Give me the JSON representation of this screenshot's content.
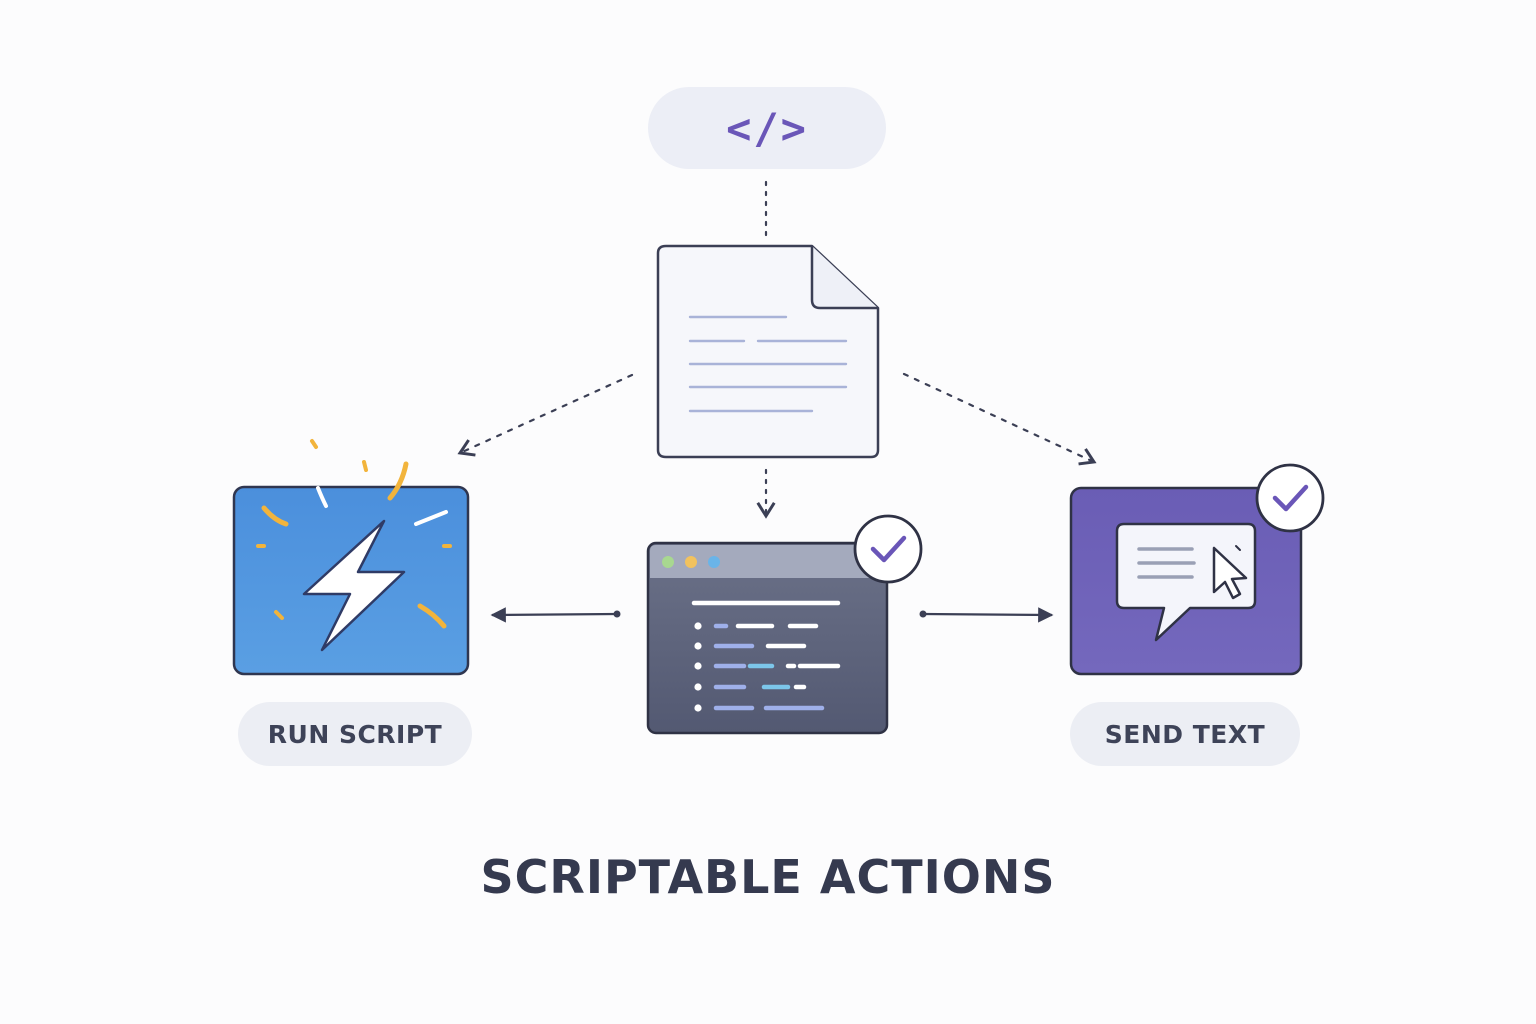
{
  "code_badge": {
    "text": "</>",
    "icon": "code-brackets-icon"
  },
  "nodes": {
    "run_script": {
      "label": "RUN SCRIPT",
      "icon": "lightning-bolt-icon",
      "color": "#4a8fde"
    },
    "script_window": {
      "icon": "terminal-window-icon",
      "color": "#5e6479",
      "status": "check-icon"
    },
    "send_text": {
      "label": "SEND TEXT",
      "icon": "chat-cursor-icon",
      "color": "#6d5fb5",
      "status": "check-icon"
    }
  },
  "document": {
    "icon": "document-icon"
  },
  "title": "SCRIPTABLE ACTIONS",
  "colors": {
    "accent": "#6a56b8",
    "stroke": "#3b3f55",
    "spark": "#f2b43c"
  }
}
